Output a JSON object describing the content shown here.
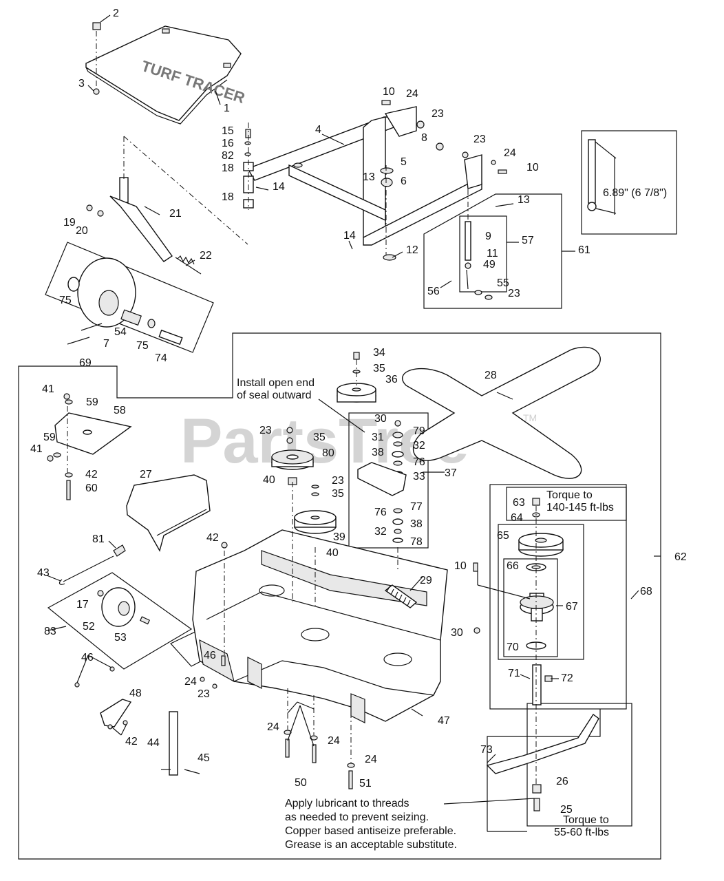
{
  "watermark": {
    "text": "PartsTree",
    "tm": "TM"
  },
  "labels": {
    "l1": "1",
    "l2": "2",
    "l3": "3",
    "l4": "4",
    "l5": "5",
    "l6": "6",
    "l7": "7",
    "l8": "8",
    "l9": "9",
    "l10a": "10",
    "l10b": "10",
    "l10c": "10",
    "l11": "11",
    "l12": "12",
    "l13a": "13",
    "l13b": "13",
    "l14a": "14",
    "l14b": "14",
    "l15": "15",
    "l16": "16",
    "l17": "17",
    "l18a": "18",
    "l18b": "18",
    "l19": "19",
    "l20": "20",
    "l21": "21",
    "l22": "22",
    "l23a": "23",
    "l23b": "23",
    "l23c": "23",
    "l23d": "23",
    "l23e": "23",
    "l23f": "23",
    "l24a": "24",
    "l24b": "24",
    "l24c": "24",
    "l24d": "24",
    "l24e": "24",
    "l24f": "24",
    "l25": "25",
    "l26": "26",
    "l27": "27",
    "l28": "28",
    "l29": "29",
    "l30a": "30",
    "l30b": "30",
    "l31": "31",
    "l32a": "32",
    "l32b": "32",
    "l33": "33",
    "l34": "34",
    "l35a": "35",
    "l35b": "35",
    "l35c": "35",
    "l36": "36",
    "l37": "37",
    "l38a": "38",
    "l38b": "38",
    "l39": "39",
    "l40a": "40",
    "l40b": "40",
    "l41a": "41",
    "l41b": "41",
    "l42a": "42",
    "l42b": "42",
    "l42c": "42",
    "l43": "43",
    "l44": "44",
    "l45": "45",
    "l46a": "46",
    "l46b": "46",
    "l47": "47",
    "l48": "48",
    "l49": "49",
    "l50": "50",
    "l51": "51",
    "l52": "52",
    "l53": "53",
    "l54": "54",
    "l55": "55",
    "l56": "56",
    "l57": "57",
    "l58": "58",
    "l59a": "59",
    "l59b": "59",
    "l60": "60",
    "l61": "61",
    "l62": "62",
    "l63": "63",
    "l64": "64",
    "l65": "65",
    "l66": "66",
    "l67": "67",
    "l68": "68",
    "l69": "69",
    "l70": "70",
    "l71": "71",
    "l72": "72",
    "l73": "73",
    "l74": "74",
    "l75a": "75",
    "l75b": "75",
    "l76a": "76",
    "l76b": "76",
    "l77": "77",
    "l78": "78",
    "l79": "79",
    "l80": "80",
    "l81": "81",
    "l82": "82",
    "l83": "83"
  },
  "notes": {
    "dimension": "6.89\" (6 7/8\")",
    "seal_line1": "Install open end",
    "seal_line2": "of seal outward",
    "torque1_line1": "Torque to",
    "torque1_line2": "140-145 ft-lbs",
    "torque2_line1": "Torque to",
    "torque2_line2": "55-60 ft-lbs",
    "lube_line1": "Apply lubricant to threads",
    "lube_line2": "as needed to prevent seizing.",
    "lube_line3": "Copper based antiseize preferable.",
    "lube_line4": "Grease is an acceptable substitute."
  },
  "logo": {
    "text": "TURF TRACER"
  }
}
